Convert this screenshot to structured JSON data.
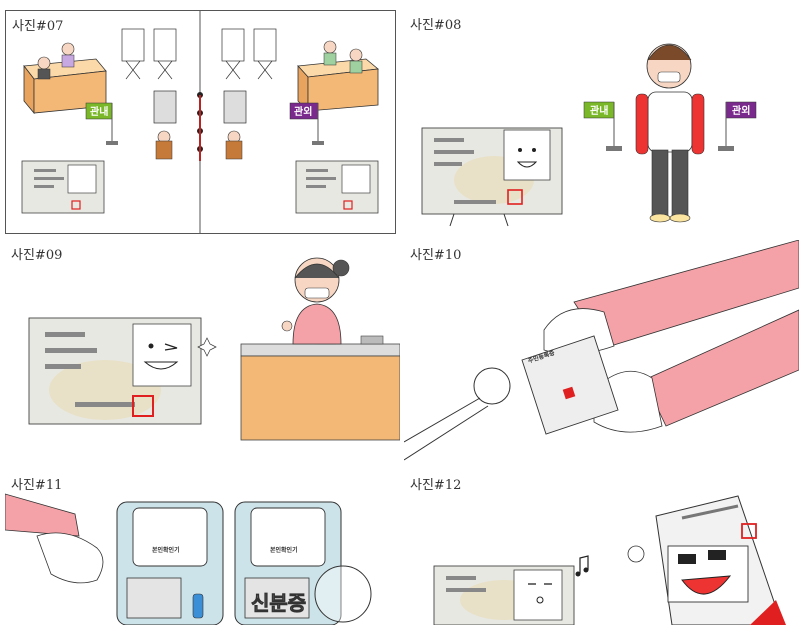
{
  "panels": [
    {
      "label": "사진#07",
      "flag_in": "관내",
      "flag_out": "관외"
    },
    {
      "label": "사진#08",
      "flag_in": "관내",
      "flag_out": "관외"
    },
    {
      "label": "사진#09"
    },
    {
      "label": "사진#10",
      "id_card_title": "주민등록증"
    },
    {
      "label": "사진#11",
      "machine_label": "본인확인기",
      "id_text": "신분증"
    },
    {
      "label": "사진#12"
    }
  ],
  "colors": {
    "flag_in": "#7ab829",
    "flag_out": "#7a2a8c",
    "desk": "#f3b776",
    "sleeve": "#f4a2a8",
    "stamp": "#e02020"
  }
}
